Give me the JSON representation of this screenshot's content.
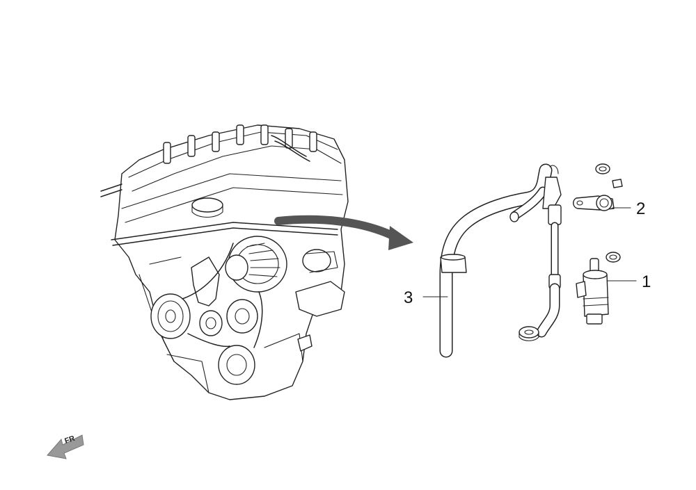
{
  "callouts": [
    {
      "id": "1",
      "label": "1"
    },
    {
      "id": "2",
      "label": "2"
    },
    {
      "id": "3",
      "label": "3"
    }
  ],
  "direction_marker": {
    "label": "FR",
    "icon": "front-direction-arrow-icon"
  },
  "colors": {
    "line": "#222222",
    "arrow": "#555555",
    "marker": "#999999",
    "background": "#ffffff"
  }
}
